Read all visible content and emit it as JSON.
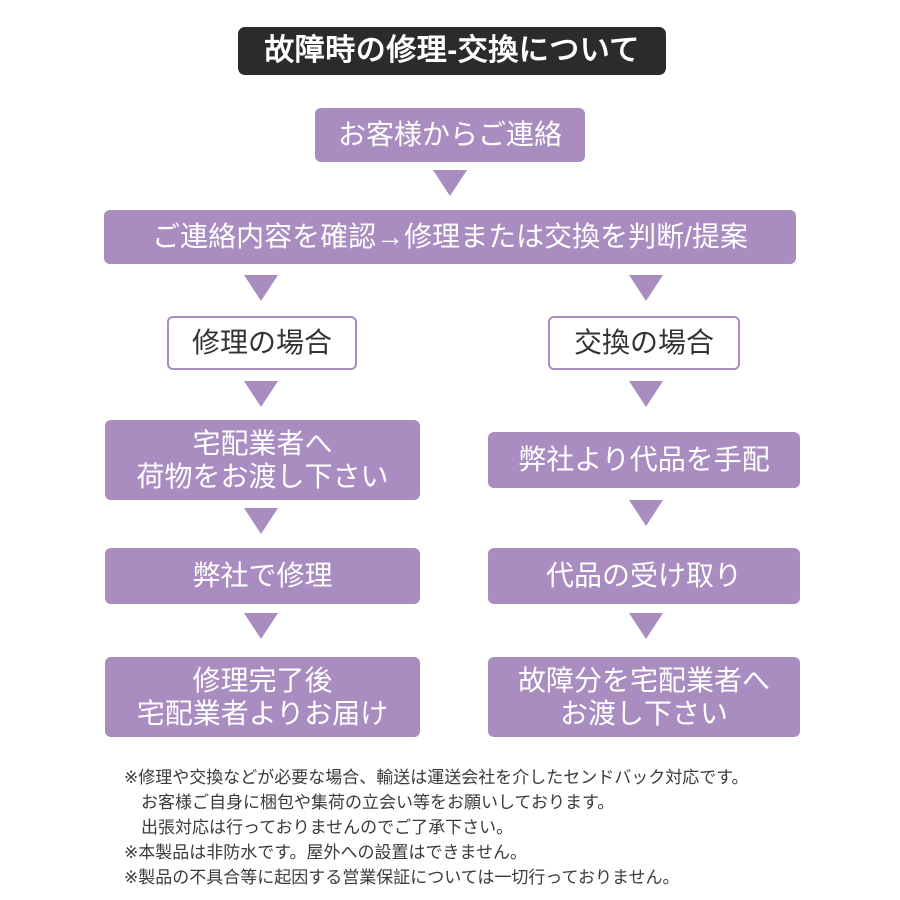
{
  "title": {
    "text": "故障時の修理-交換について",
    "background_color": "#2b2b2b",
    "text_color": "#ffffff"
  },
  "theme": {
    "accent_purple": "#a98cc0",
    "page_background": "#ffffff",
    "body_text_color": "#333333"
  },
  "flow": {
    "start": {
      "label": "お客様からご連絡"
    },
    "triage": {
      "label": "ご連絡内容を確認→修理または交換を判断/提案"
    },
    "branches": [
      {
        "id": "repair",
        "decision_label": "修理の場合",
        "steps": [
          "宅配業者へ\n荷物をお渡し下さい",
          "弊社で修理",
          "修理完了後\n宅配業者よりお届け"
        ]
      },
      {
        "id": "exchange",
        "decision_label": "交換の場合",
        "steps": [
          "弊社より代品を手配",
          "代品の受け取り",
          "故障分を宅配業者へ\nお渡し下さい"
        ]
      }
    ]
  },
  "notes": [
    {
      "text": "※修理や交換などが必要な場合、輸送は運送会社を介したセンドバック対応です。",
      "indent": false
    },
    {
      "text": "お客様ご自身に梱包や集荷の立会い等をお願いしております。",
      "indent": true
    },
    {
      "text": "出張対応は行っておりませんのでご了承下さい。",
      "indent": true
    },
    {
      "text": "※本製品は非防水です。屋外への設置はできません。",
      "indent": false
    },
    {
      "text": "※製品の不具合等に起因する営業保証については一切行っておりません。",
      "indent": false
    }
  ]
}
